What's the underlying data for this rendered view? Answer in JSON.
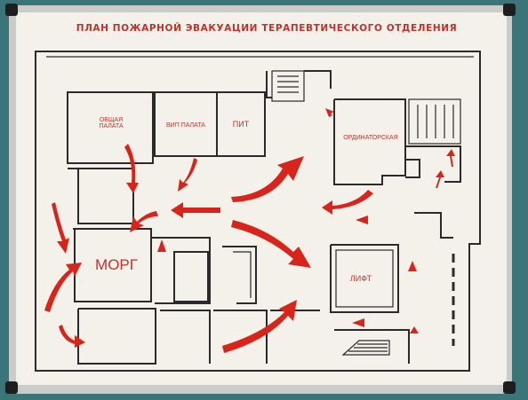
{
  "plan": {
    "title": "ПЛАН ПОЖАРНОЙ ЭВАКУАЦИИ ТЕРАПЕВТИЧЕСКОГО ОТДЕЛЕНИЯ",
    "rooms": {
      "general_ward": "ОБЩАЯ ПАЛАТА",
      "vip_ward": "ВИП ПАЛАТА",
      "pit": "ПИТ",
      "staff_room": "ОРДИНАТОРСКАЯ",
      "morgue": "МОРГ",
      "elevator": "ЛИФТ"
    },
    "colors": {
      "accent": "#c0322b",
      "arrow": "#d8251c",
      "wall": "#2a2a2a",
      "paper": "#f3f1ea"
    }
  }
}
